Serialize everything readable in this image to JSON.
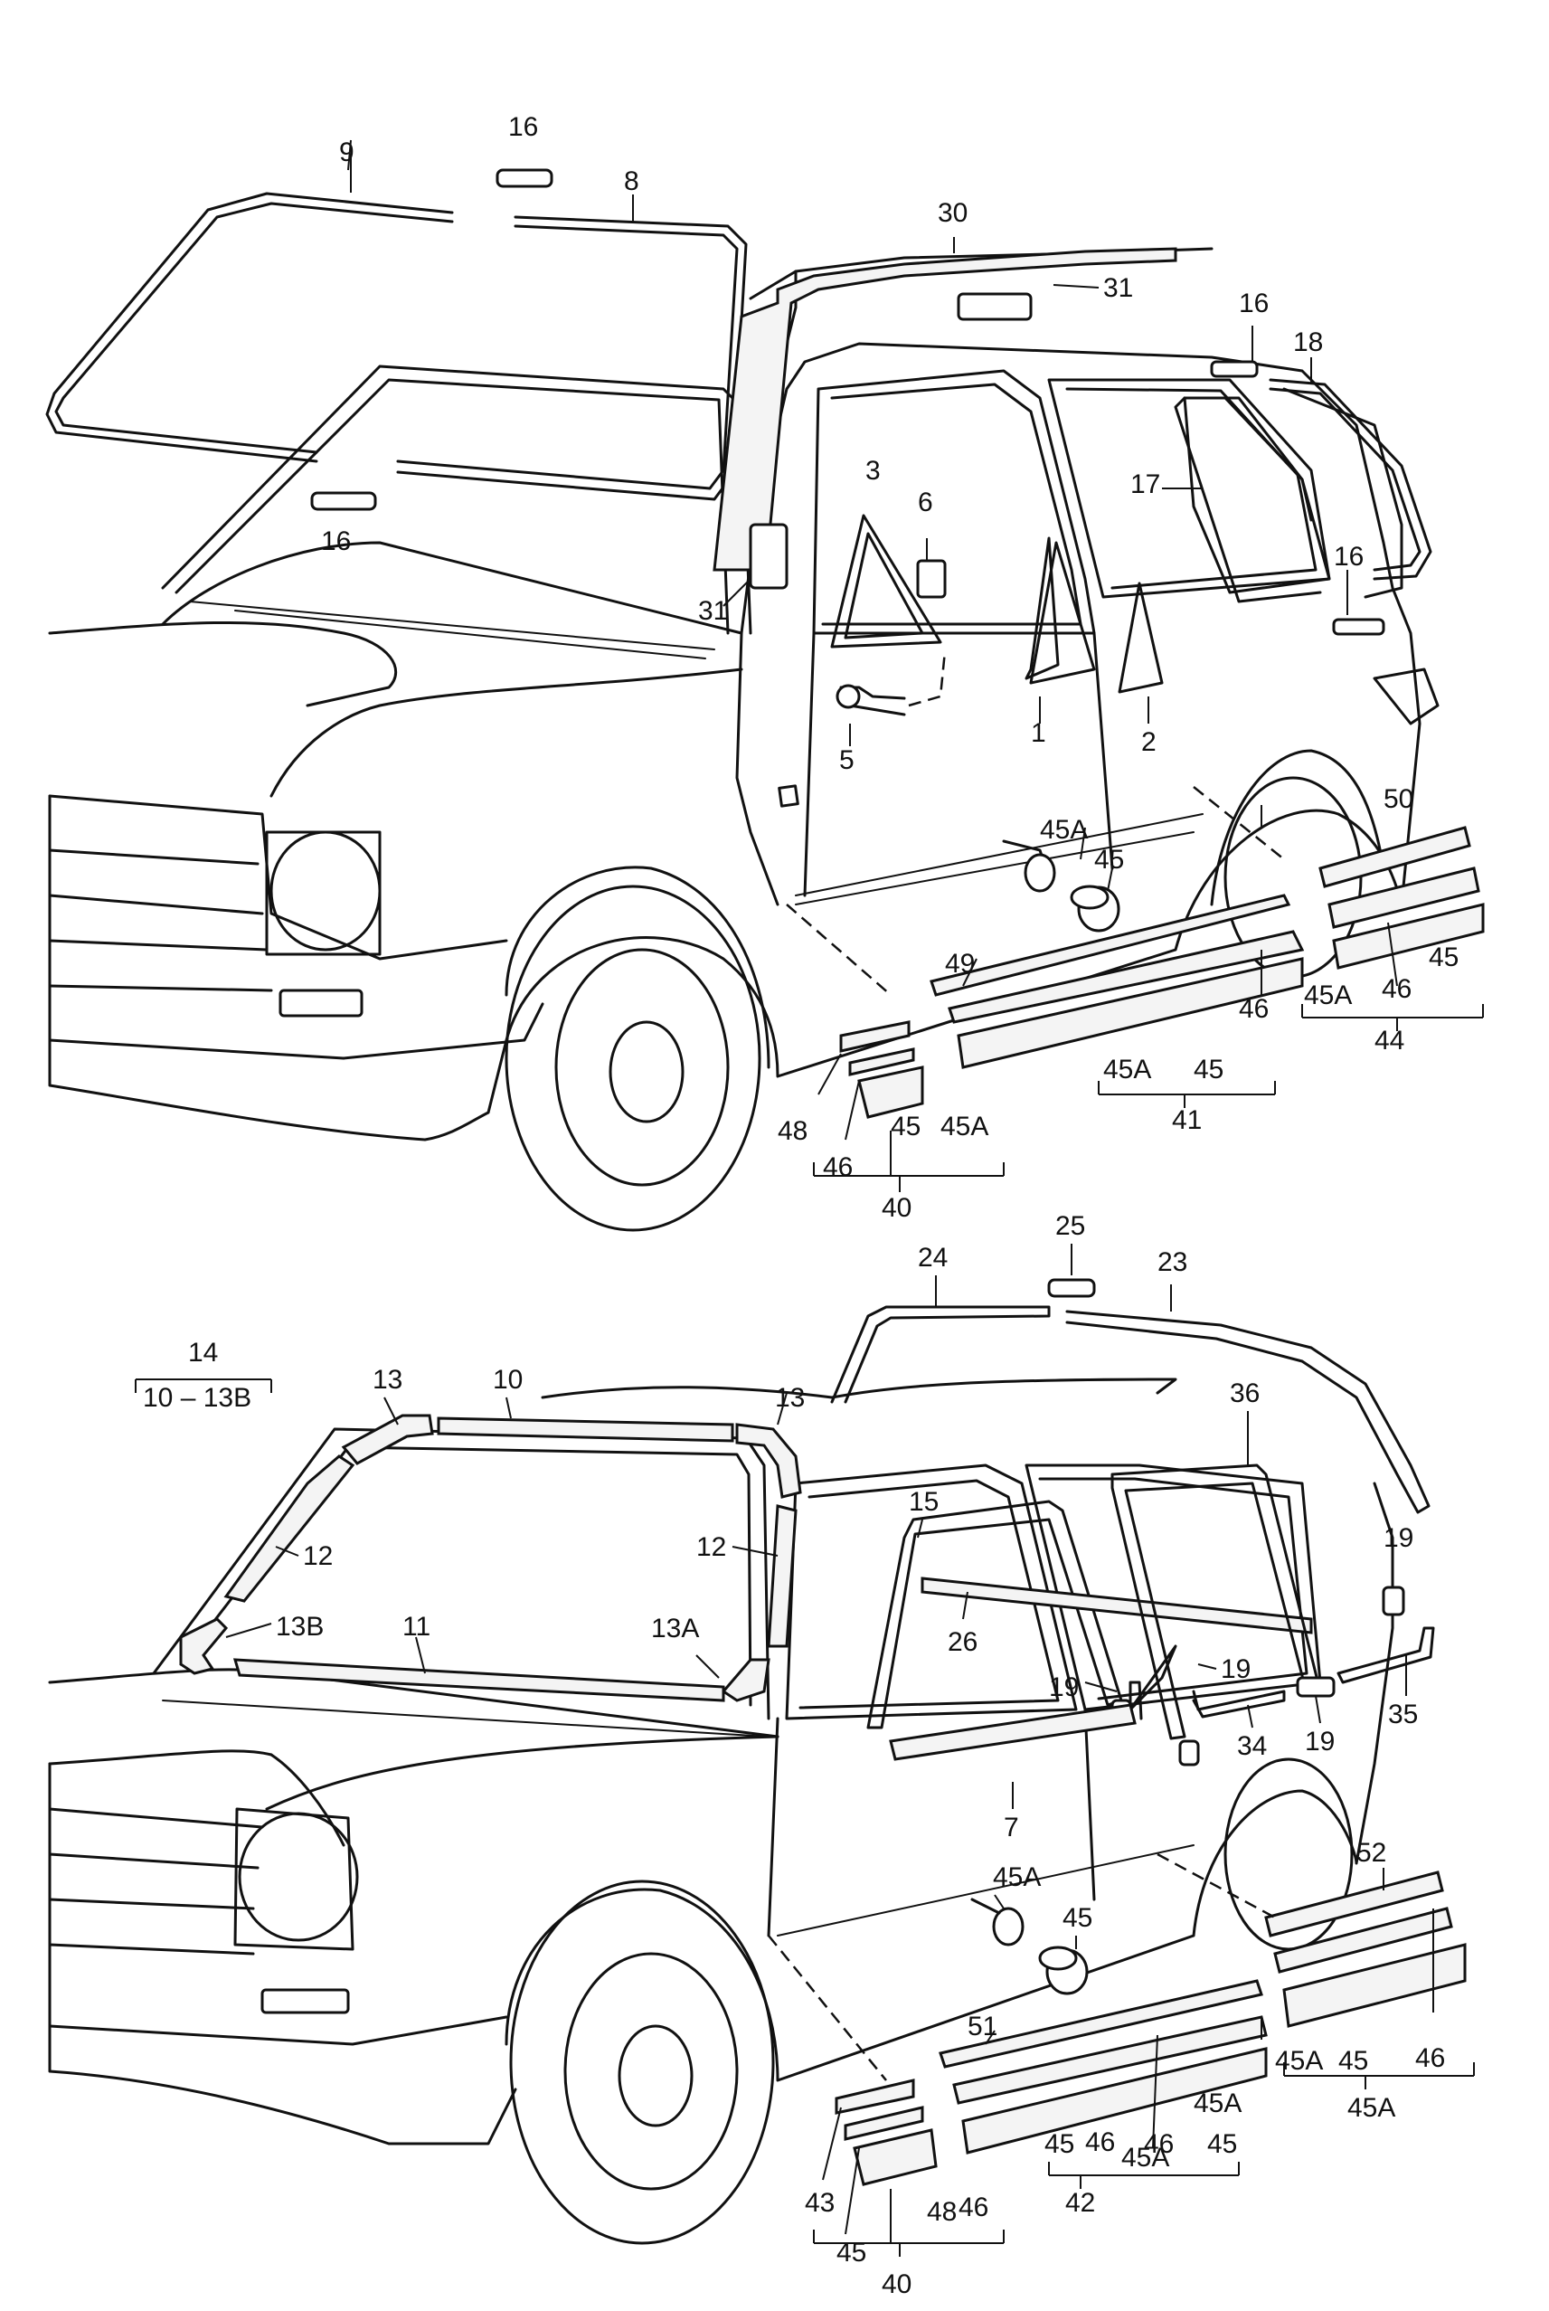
{
  "top_view": {
    "callouts": [
      "9",
      "16",
      "8",
      "30",
      "31",
      "16",
      "18",
      "3",
      "6",
      "17",
      "16",
      "16",
      "31",
      "1",
      "2",
      "5",
      "50",
      "45A",
      "45",
      "49",
      "46",
      "45",
      "45A",
      "46",
      "44",
      "41",
      "45A",
      "45",
      "48",
      "46",
      "45",
      "45A",
      "40"
    ]
  },
  "bottom_view": {
    "group_label": "14",
    "group_range": "10 – 13B",
    "callouts": [
      "25",
      "24",
      "23",
      "13",
      "10",
      "13",
      "36",
      "12",
      "15",
      "12",
      "19",
      "13B",
      "11",
      "13A",
      "26",
      "19",
      "19",
      "19",
      "35",
      "34",
      "7",
      "52",
      "45A",
      "45",
      "51",
      "45A",
      "45",
      "46",
      "46",
      "45",
      "45A",
      "43",
      "48",
      "45",
      "46",
      "45A",
      "46",
      "45",
      "45A",
      "42",
      "40"
    ]
  }
}
